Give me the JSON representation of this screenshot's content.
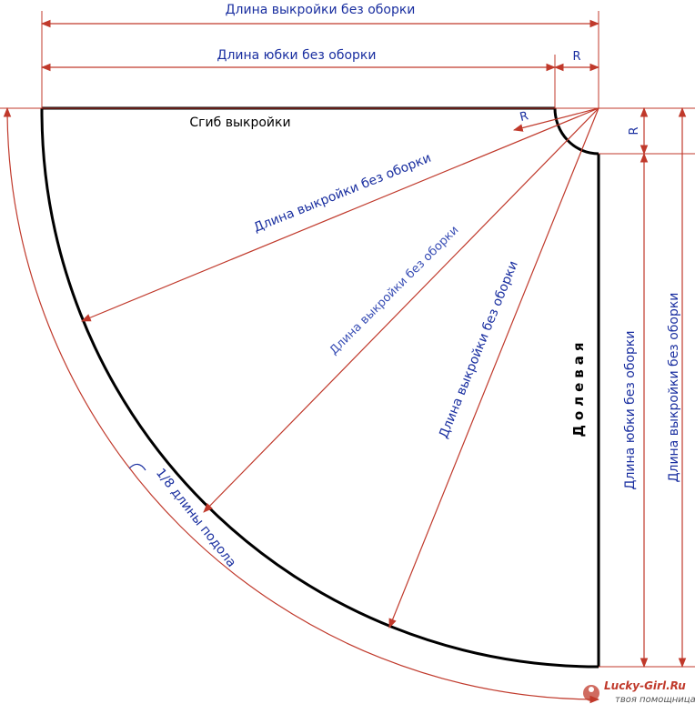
{
  "labels": {
    "pattern_length_top": "Длина выкройки без оборки",
    "skirt_length_top": "Длина юбки без оборки",
    "r_top": "R",
    "r_right": "R",
    "r_inner": "R",
    "fold": "Сгиб выкройки",
    "radius_1": "Длина выкройки без оборки",
    "radius_2": "Длина выкройки без оборки",
    "radius_3": "Длина выкройки без оборки",
    "grain": "Долевая",
    "skirt_length_right": "Длина юбки без оборки",
    "pattern_length_right": "Длина выкройки без оборки",
    "hem": "1/8 длины подола"
  },
  "watermark": {
    "main": "Lucky-Girl.Ru",
    "sub": "твоя помощница"
  },
  "colors": {
    "outline": "#000000",
    "dimension_line": "#c0392b",
    "dimension_text": "#1a2fa0"
  }
}
